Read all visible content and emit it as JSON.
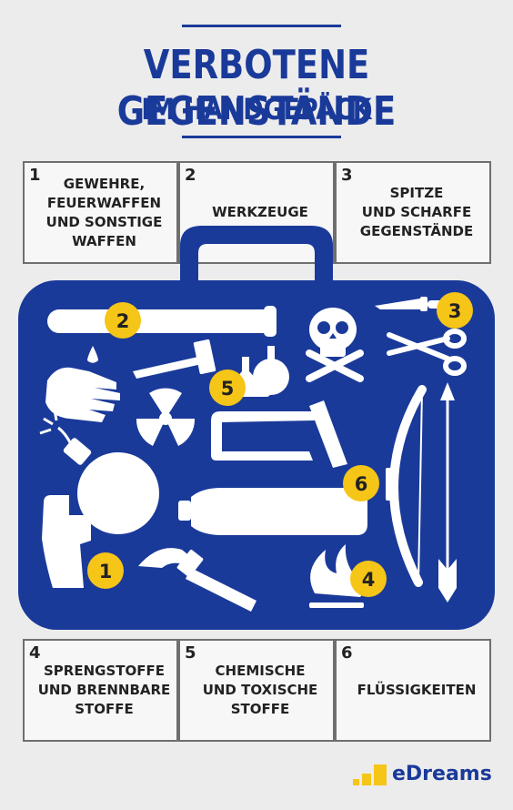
{
  "header": {
    "title": "VERBOTENE GEGENSTÄNDE",
    "subtitle": "IM HANDGEPÄCK"
  },
  "categories_top": [
    {
      "number": "1",
      "label": "GEWEHRE,\nFEUERWAFFEN\nUND SONSTIGE\nWAFFEN"
    },
    {
      "number": "2",
      "label": "WERKZEUGE"
    },
    {
      "number": "3",
      "label": "SPITZE\nUND SCHARFE\nGEGENSTÄNDE"
    }
  ],
  "categories_bottom": [
    {
      "number": "4",
      "label": "SPRENGSTOFFE\nUND BRENNBARE\nSTOFFE"
    },
    {
      "number": "5",
      "label": "CHEMISCHE\nUND TOXISCHE\nSTOFFE"
    },
    {
      "number": "6",
      "label": "FLÜSSIGKEITEN"
    }
  ],
  "suitcase_badges": [
    "2",
    "3",
    "5",
    "6",
    "1",
    "4"
  ],
  "icons": [
    "baseball-bat-icon",
    "knife-icon",
    "skull-crossbones-icon",
    "scissors-icon",
    "hand-drop-icon",
    "razor-icon",
    "flasks-icon",
    "radiation-icon",
    "hacksaw-icon",
    "bow-icon",
    "arrow-icon",
    "bomb-icon",
    "bottle-icon",
    "pistol-icon",
    "hammer-icon",
    "fire-icon"
  ],
  "colors": {
    "brand_blue": "#1a3a9a",
    "badge_yellow": "#f5c518",
    "background": "#ececec"
  },
  "footer": {
    "brand": "eDreams"
  }
}
